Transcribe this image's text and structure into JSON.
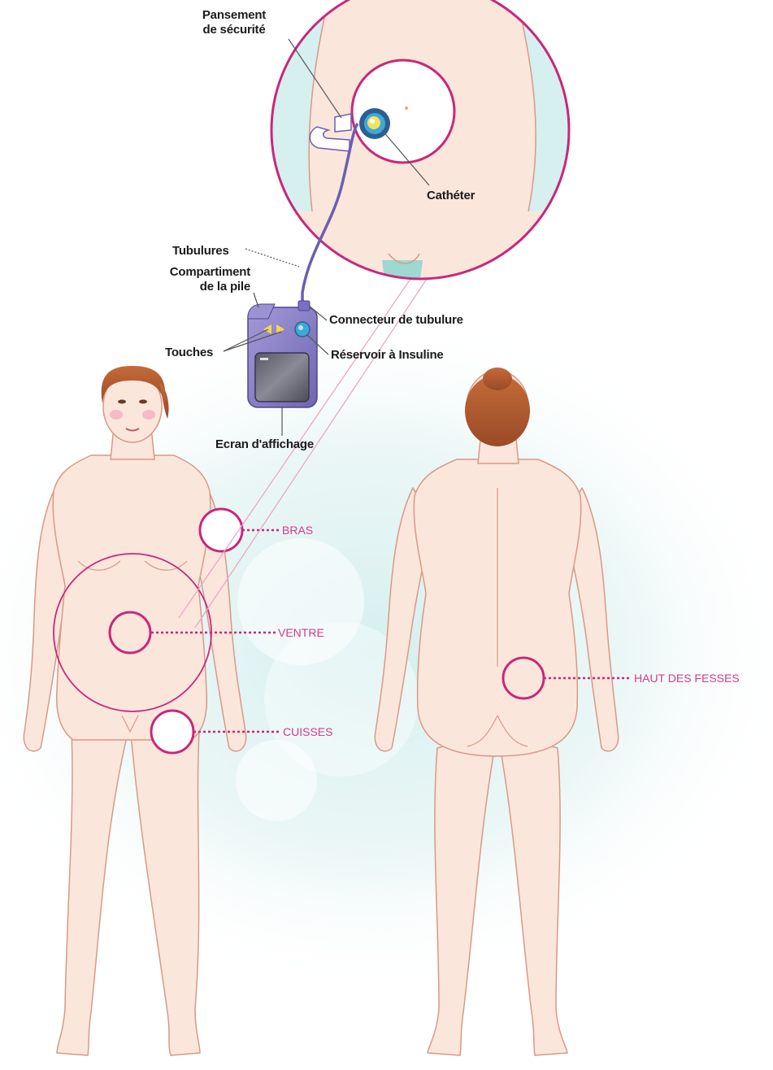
{
  "labels": {
    "pansement_line1": "Pansement",
    "pansement_line2": "de sécurité",
    "catheter": "Cathéter",
    "tubulures": "Tubulures",
    "compartiment_line1": "Compartiment",
    "compartiment_line2": "de la pile",
    "connecteur": "Connecteur de tubulure",
    "touches": "Touches",
    "reservoir": "Réservoir à Insuline",
    "ecran": "Ecran d'affichage"
  },
  "sites": {
    "bras": "BRAS",
    "ventre": "VENTRE",
    "cuisses": "CUISSES",
    "haut_des_fesses": "HAUT DES FESSES"
  },
  "colors": {
    "skin": "#fbe6dc",
    "skin_outline": "#d79a86",
    "accent_magenta": "#c8287a",
    "site_label": "#d23c8c",
    "pump_body": "#8a80c8",
    "hair": "#b1582e",
    "background_glow": "#d6efef"
  }
}
